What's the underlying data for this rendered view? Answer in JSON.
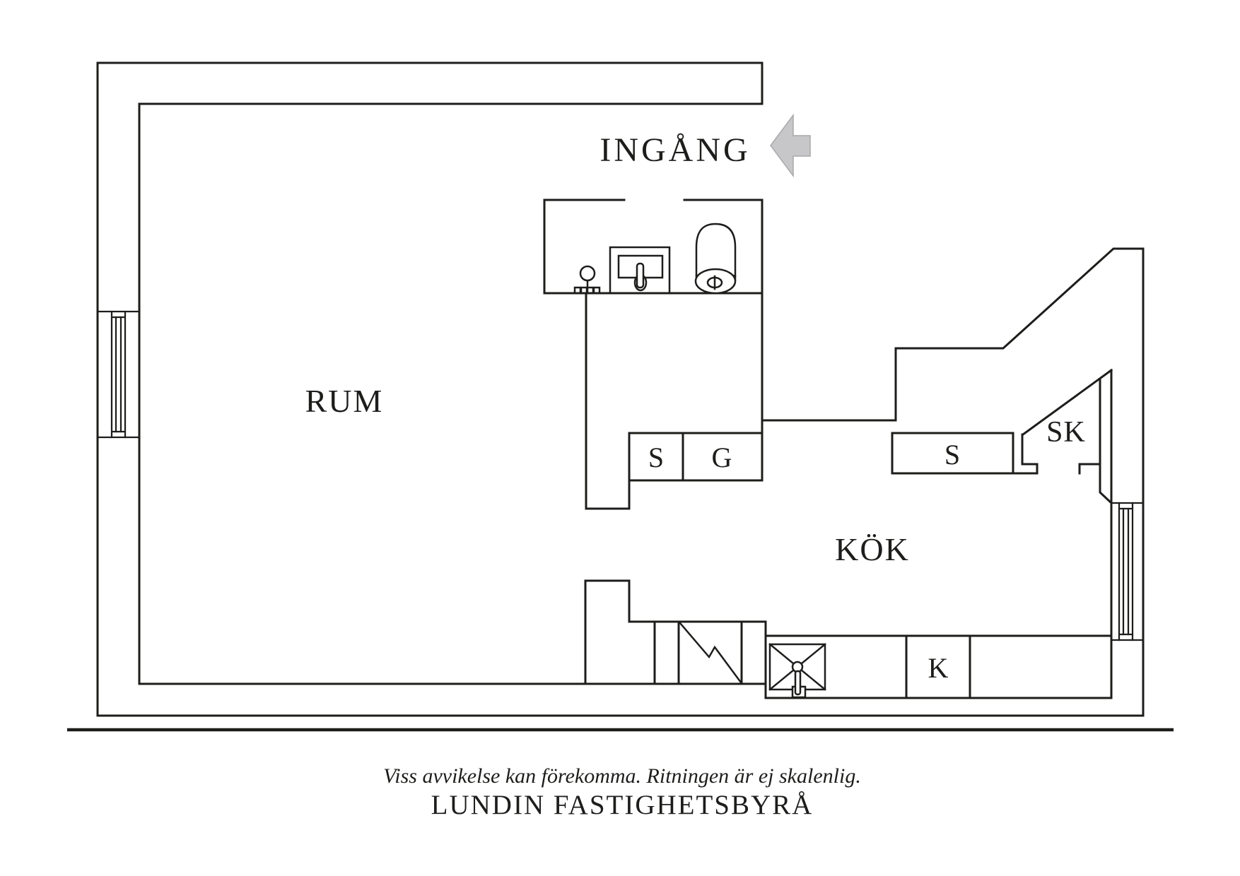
{
  "floorplan": {
    "rooms": [
      {
        "id": "rum",
        "label": "RUM"
      },
      {
        "id": "kok",
        "label": "KÖK"
      },
      {
        "id": "sk",
        "label": "SK"
      }
    ],
    "entrance": {
      "label": "INGÅNG",
      "arrow_direction": "left"
    },
    "cabinets": {
      "hall_s": "S",
      "hall_g": "G",
      "kitchen_s": "S",
      "kitchen_k": "K"
    }
  },
  "footer": {
    "disclaimer": "Viss avvikelse kan förekomma. Ritningen är ej skalenlig.",
    "brand": "LUNDIN FASTIGHETSBYRÅ"
  },
  "colors": {
    "line": "#1d1d1b",
    "text": "#1d1d1b",
    "arrow_fill": "#c7c7c9",
    "arrow_stroke": "#a9a9ab",
    "background": "#ffffff"
  }
}
